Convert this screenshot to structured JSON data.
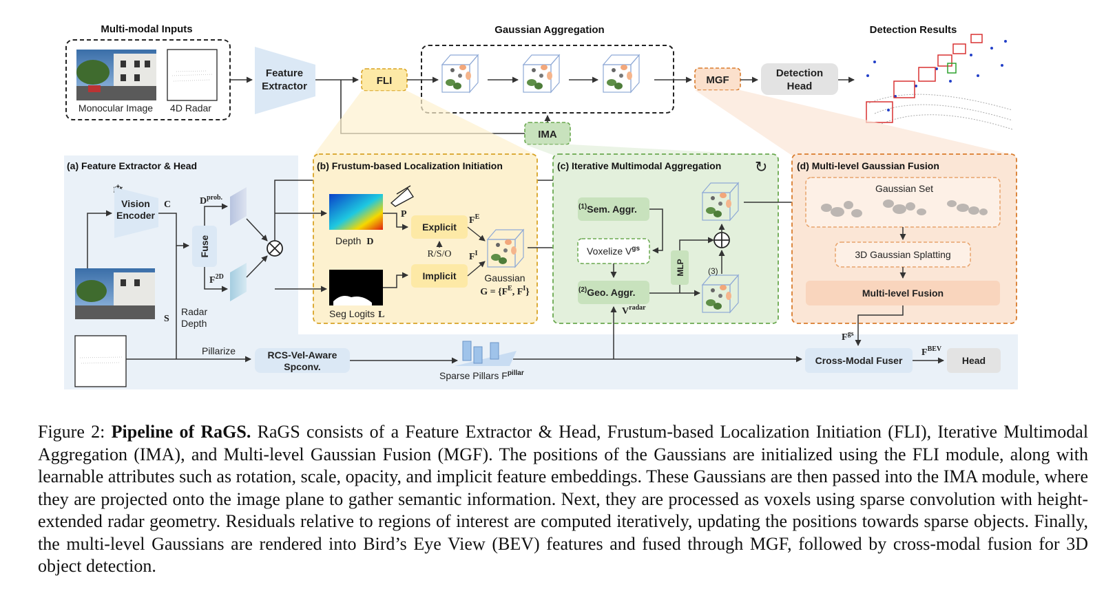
{
  "top": {
    "inputs_title": "Multi-modal Inputs",
    "monocular_label": "Monocular Image",
    "radar_label": "4D Radar",
    "feature_extractor": [
      "Feature",
      "Extractor"
    ],
    "fli": "FLI",
    "gaussian_aggregation_title": "Gaussian Aggregation",
    "ima": "IMA",
    "mgf": "MGF",
    "detection_head": [
      "Detection",
      "Head"
    ],
    "detection_results_title": "Detection Results"
  },
  "panel_a": {
    "title": "(a) Feature Extractor & Head",
    "vision_encoder": [
      "Vision",
      "Encoder"
    ],
    "c_label": "C",
    "d_prob": "D",
    "d_prob_sup": "prob.",
    "fuse": "Fuse",
    "f2d": "F",
    "f2d_sup": "2D",
    "s_label": "S",
    "radar_depth": [
      "Radar",
      "Depth"
    ],
    "pillarize": "Pillarize",
    "rcs": [
      "RCS-Vel-Aware",
      "Spconv."
    ],
    "sparse_pillars": "Sparse Pillars F",
    "sparse_pillars_sup": "pillar"
  },
  "panel_b": {
    "title": "(b) Frustum-based Localization Initiation",
    "depth_label": "Depth",
    "depth_symbol": "D",
    "seg_label": "Seg Logits",
    "seg_symbol": "L",
    "p_label": "P",
    "explicit": "Explicit",
    "implicit": "Implicit",
    "rso": "R/S/O",
    "fe": "F",
    "fe_sup": "E",
    "fi": "F",
    "fi_sup": "I",
    "gaussian": "Gaussian",
    "g_formula": "G = {F",
    "g_formula_mid": ", F",
    "g_formula_end": "}",
    "g_sup_e": "E",
    "g_sup_i": "I"
  },
  "panel_c": {
    "title": "(c) Iterative Multimodal Aggregation",
    "sem_num": "(1)",
    "sem": "Sem. Aggr.",
    "voxelize": "Voxelize V",
    "voxelize_sup": "gs",
    "geo_num": "(2)",
    "geo": "Geo. Aggr.",
    "mlp": "MLP",
    "step3": "(3)",
    "v_radar": "V",
    "v_radar_sup": "radar"
  },
  "panel_d": {
    "title": "(d) Multi-level Gaussian Fusion",
    "gaussian_set": "Gaussian Set",
    "splatting": "3D Gaussian Splatting",
    "multi_level": "Multi-level Fusion",
    "fgs": "F",
    "fgs_sup": "gs",
    "cross_modal": "Cross-Modal Fuser",
    "fbev": "F",
    "fbev_sup": "BEV",
    "head": "Head"
  },
  "caption": {
    "figure_label": "Figure 2:",
    "bold_title": "Pipeline of RaGS.",
    "text": "RaGS consists of a Feature Extractor & Head, Frustum-based Localization Initiation (FLI), Iterative Multimodal Aggregation (IMA), and Multi-level Gaussian Fusion (MGF). The positions of the Gaussians are initialized using the FLI module, along with learnable attributes such as rotation, scale, opacity, and implicit feature embeddings. These Gaussians are then passed into the IMA module, where they are projected onto the image plane to gather semantic information. Next, they are processed as voxels using sparse convolution with height-extended radar geometry. Residuals relative to regions of interest are computed iteratively, updating the positions towards sparse objects. Finally, the multi-level Gaussians are rendered into Bird’s Eye View (BEV) features and fused through MGF, followed by cross-modal fusion for 3D object detection."
  },
  "colors": {
    "blue_box": "#dbe8f5",
    "yellow_box": "#fde9a6",
    "yellow_border": "#d8a325",
    "green_box": "#c8e2bd",
    "green_border": "#6aa84f",
    "orange_box": "#fbe0cc",
    "orange_border": "#d97b2c",
    "gray_box": "#e3e3e3"
  }
}
